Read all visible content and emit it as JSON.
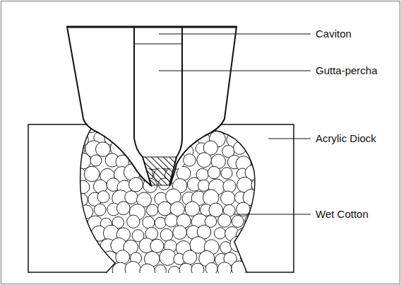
{
  "diagram": {
    "labels": [
      "Caviton",
      "Gutta-percha",
      "Acrylic Diock",
      "Wet Cotton"
    ]
  }
}
